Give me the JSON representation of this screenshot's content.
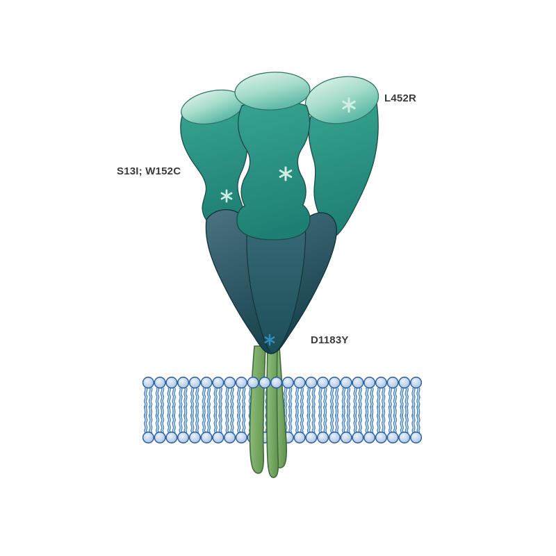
{
  "figure": {
    "labels": {
      "ntd_mutations": "S13I; W152C",
      "rbd_mutation": "L452R",
      "stem_mutation": "D1183Y"
    },
    "colors": {
      "spike_head_light": "#d9f1e7",
      "spike_head_mid": "#5bb8a5",
      "spike_body_teal": "#2a9485",
      "spike_stem_dark": "#2c5a66",
      "stalk_green": "#79a862",
      "membrane_head_blue": "#b7cfe9",
      "membrane_tail_blue": "#3e7cb8",
      "marker_mint": "#cfeee3",
      "marker_blue": "#2e8fc0",
      "label_text": "#3a3a3a"
    }
  }
}
